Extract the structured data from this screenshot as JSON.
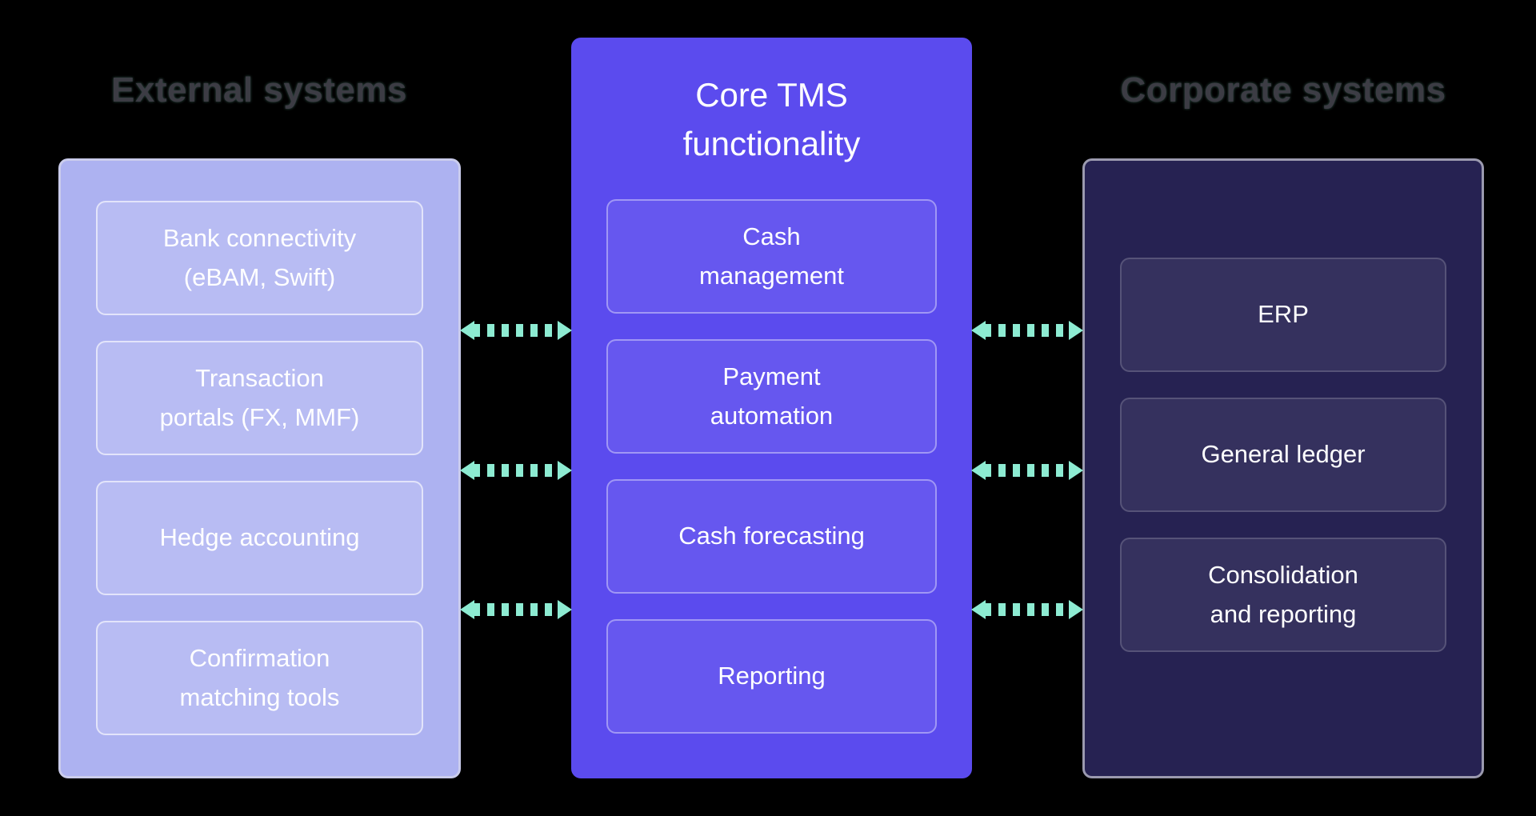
{
  "canvas": {
    "background": "#000000"
  },
  "colors": {
    "external_panel": "#adb2f1",
    "core_panel": "#5b4bee",
    "corporate_panel": "#262252",
    "connector": "#8debd2",
    "heading_text": "#3c3c44",
    "box_text": "#ffffff"
  },
  "columns": {
    "external": {
      "title": "External systems",
      "items": [
        "Bank connectivity\n(eBAM, Swift)",
        "Transaction\nportals (FX, MMF)",
        "Hedge accounting",
        "Confirmation\nmatching tools"
      ]
    },
    "core": {
      "title": "Core TMS\nfunctionality",
      "items": [
        "Cash\nmanagement",
        "Payment\nautomation",
        "Cash forecasting",
        "Reporting"
      ]
    },
    "corporate": {
      "title": "Corporate systems",
      "items": [
        "ERP",
        "General ledger",
        "Consolidation\nand reporting"
      ]
    }
  },
  "icons": {
    "connector": "bidirectional-dashed-arrow"
  }
}
